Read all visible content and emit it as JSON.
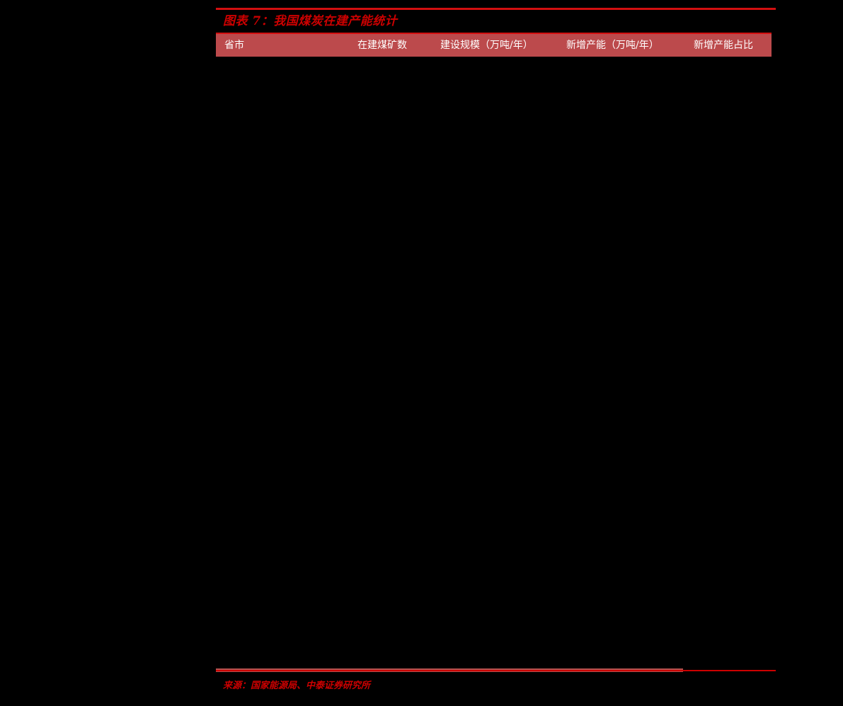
{
  "figure": {
    "title": "图表 7：我国煤炭在建产能统计",
    "accent_color": "#cc0000",
    "header_bg_color": "#bc4a4c",
    "header_text_color": "#ffffff",
    "background_color": "#000000",
    "rule_muted_color": "#b5524f"
  },
  "table": {
    "columns": [
      {
        "label": "省市"
      },
      {
        "label": "在建煤矿数"
      },
      {
        "label": "建设规模（万吨/年）"
      },
      {
        "label": "新增产能（万吨/年）"
      },
      {
        "label": "新增产能占比"
      }
    ],
    "rows": []
  },
  "source": {
    "text": "来源：国家能源局、中泰证券研究所"
  }
}
